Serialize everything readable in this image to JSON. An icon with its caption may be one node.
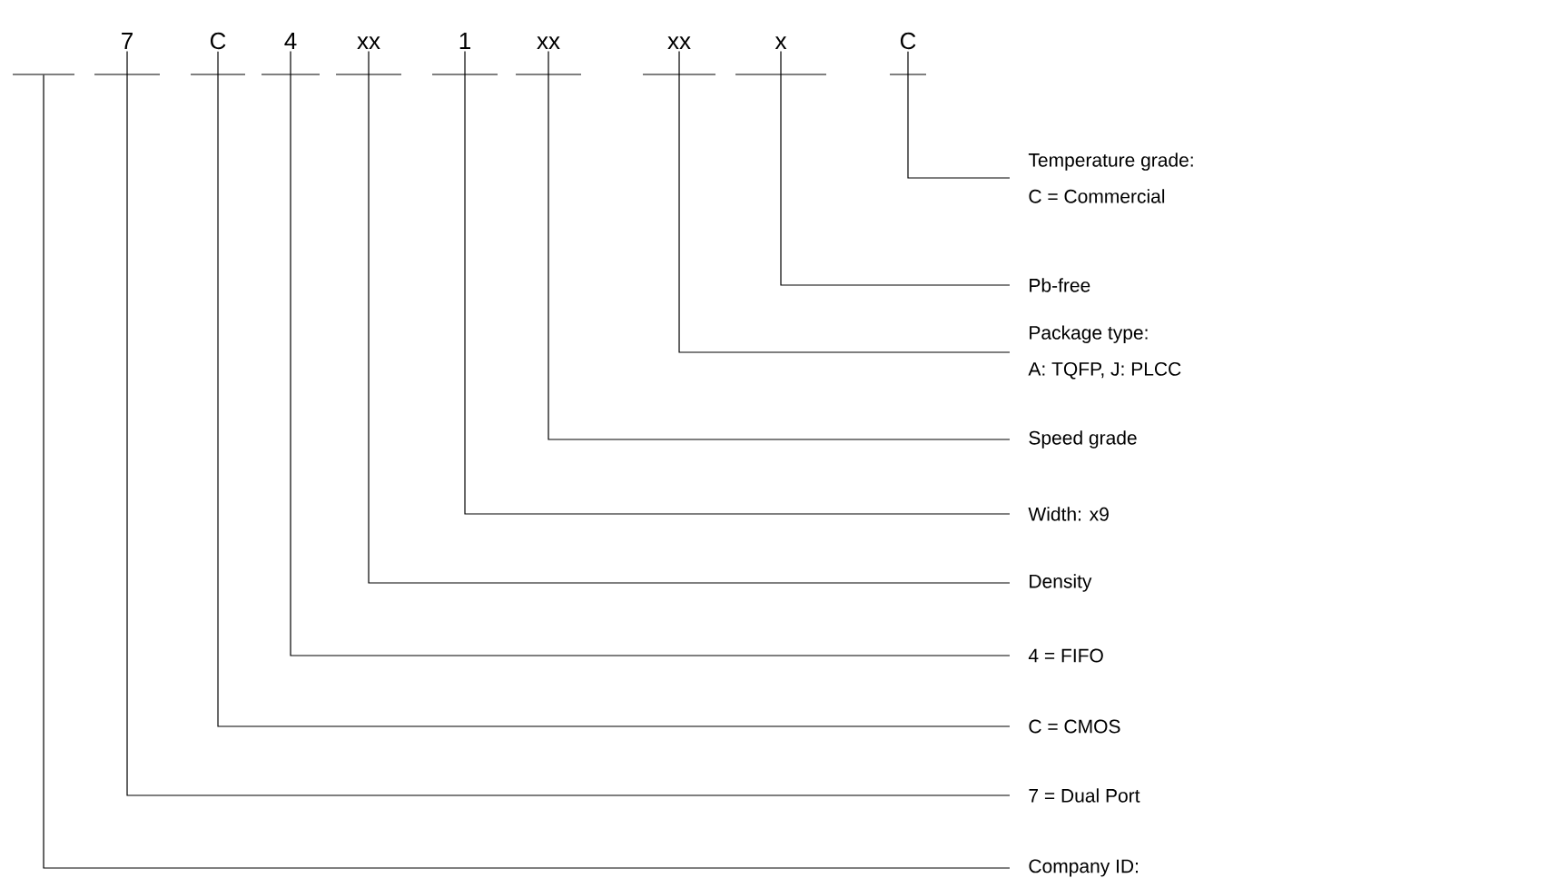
{
  "diagram": {
    "nodes": [
      {
        "text": [],
        "shape": "bar"
      },
      {
        "text": [
          "7"
        ]
      },
      {
        "text": [
          "C"
        ]
      },
      {
        "text": [
          "4"
        ]
      },
      {
        "text": [
          "xx"
        ]
      },
      {
        "text": [
          "1"
        ]
      },
      {
        "text": [
          "xx"
        ]
      },
      {
        "text": [
          "xx"
        ]
      },
      {
        "text": [
          "x"
        ]
      },
      {
        "text": [
          "C"
        ]
      },
      {
        "text": [
          "Temperature grade:",
          "C = Commercial"
        ]
      },
      {
        "text": [
          "Pb-free"
        ]
      },
      {
        "text": [
          "Package type:",
          "A: TQFP, J: PLCC"
        ]
      },
      {
        "text": [
          "Speed grade"
        ]
      },
      {
        "text": [
          "Width: x9"
        ]
      },
      {
        "text": [
          "Density"
        ]
      },
      {
        "text": [
          "4 = FIFO"
        ]
      },
      {
        "text": [
          "C = CMOS"
        ]
      },
      {
        "text": [
          "7 = Dual Port"
        ]
      },
      {
        "text": [
          "Company ID:"
        ]
      }
    ],
    "edges": [
      {
        "from": 9,
        "to": 10,
        "arrow": "none"
      },
      {
        "from": 8,
        "to": 11,
        "arrow": "none"
      },
      {
        "from": 7,
        "to": 12,
        "arrow": "none"
      },
      {
        "from": 6,
        "to": 13,
        "arrow": "none"
      },
      {
        "from": 5,
        "to": 14,
        "arrow": "none"
      },
      {
        "from": 4,
        "to": 15,
        "arrow": "none"
      },
      {
        "from": 3,
        "to": 16,
        "arrow": "none"
      },
      {
        "from": 2,
        "to": 17,
        "arrow": "none"
      },
      {
        "from": 1,
        "to": 18,
        "arrow": "none"
      },
      {
        "from": 0,
        "to": 19,
        "arrow": "none"
      }
    ]
  }
}
